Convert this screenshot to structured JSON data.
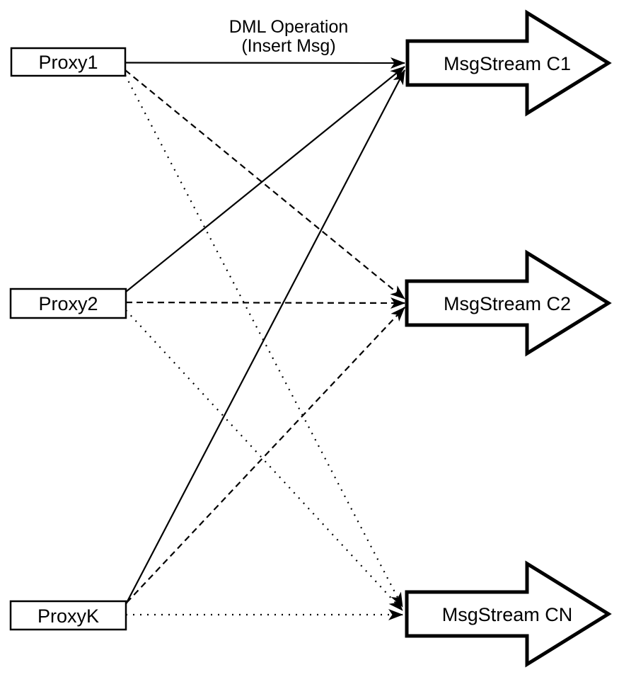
{
  "diagram": {
    "annotation": {
      "line1": "DML Operation",
      "line2": "(Insert Msg)"
    },
    "proxies": [
      {
        "id": "proxy1",
        "label": "Proxy1"
      },
      {
        "id": "proxy2",
        "label": "Proxy2"
      },
      {
        "id": "proxyk",
        "label": "ProxyK"
      }
    ],
    "streams": [
      {
        "id": "c1",
        "label": "MsgStream C1"
      },
      {
        "id": "c2",
        "label": "MsgStream C2"
      },
      {
        "id": "cn",
        "label": "MsgStream CN"
      }
    ],
    "edges": [
      {
        "from": "Proxy1",
        "to": "MsgStream C1",
        "style": "solid"
      },
      {
        "from": "Proxy2",
        "to": "MsgStream C1",
        "style": "solid"
      },
      {
        "from": "ProxyK",
        "to": "MsgStream C1",
        "style": "solid"
      },
      {
        "from": "Proxy1",
        "to": "MsgStream C2",
        "style": "dashed"
      },
      {
        "from": "Proxy2",
        "to": "MsgStream C2",
        "style": "dashed"
      },
      {
        "from": "ProxyK",
        "to": "MsgStream C2",
        "style": "dashed"
      },
      {
        "from": "Proxy1",
        "to": "MsgStream CN",
        "style": "dotted"
      },
      {
        "from": "Proxy2",
        "to": "MsgStream CN",
        "style": "dotted"
      },
      {
        "from": "ProxyK",
        "to": "MsgStream CN",
        "style": "dotted"
      }
    ],
    "colors": {
      "stroke": "#000000",
      "fill": "#ffffff",
      "background": "#ffffff"
    }
  }
}
